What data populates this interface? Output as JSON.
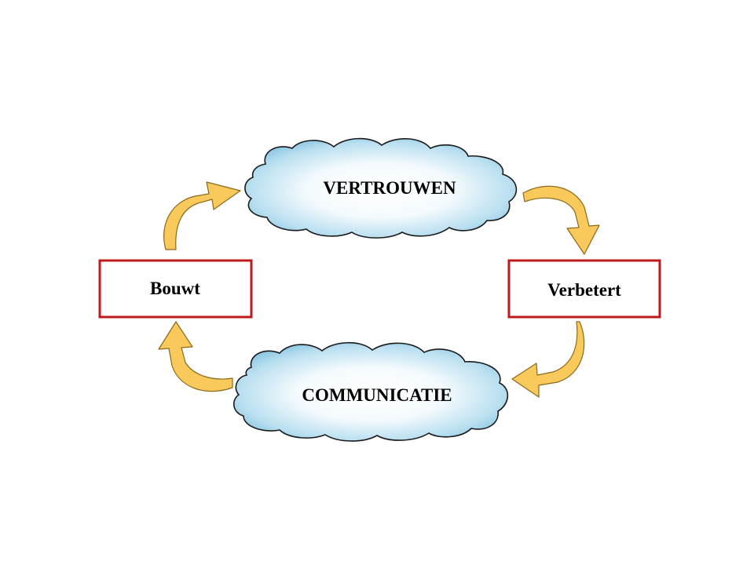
{
  "diagram": {
    "clouds": {
      "top": "VERTROUWEN",
      "bottom": "COMMUNICATIE"
    },
    "boxes": {
      "left": "Bouwt",
      "right": "Verbetert"
    }
  },
  "colors": {
    "box_border": "#c0191c",
    "arrow_fill": "#f9c95c",
    "arrow_stroke": "#8a6a1a",
    "cloud_blue": "#8ec8e4",
    "cloud_white": "#ffffff",
    "cloud_outline": "#1a1a1a"
  }
}
